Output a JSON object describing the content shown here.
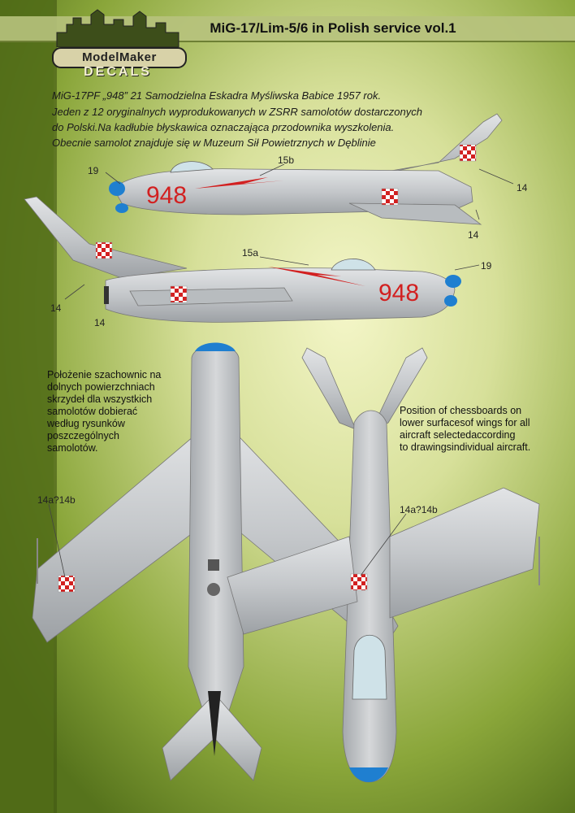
{
  "header": {
    "title": "MiG-17/Lim-5/6 in Polish service vol.1",
    "logo_top": "ModelMaker",
    "logo_bottom": "DECALS"
  },
  "description": [
    "MiG-17PF „948” 21 Samodzielna Eskadra Myśliwska  Babice 1957 rok.",
    "Jeden z 12 oryginalnych wyprodukowanych w ZSRR samolotów dostarczonych",
    "do Polski.Na kadłubie błyskawica oznaczająca przodownika wyszkolenia.",
    "Obecnie samolot znajduje się w Muzeum Sił Powietrznych w Dęblinie"
  ],
  "top_profile": {
    "serial": "948",
    "labels": {
      "nose": "19",
      "fuselage": "15b",
      "tail": "14",
      "tail_low": "14"
    }
  },
  "bottom_profile": {
    "serial": "948",
    "labels": {
      "nose": "19",
      "fuselage": "15a",
      "tail_a": "14",
      "tail_b": "14"
    }
  },
  "plan_views": {
    "left_label": "14a?14b",
    "right_label": "14a?14b"
  },
  "notes": {
    "polish": [
      "Położenie szachownic na",
      "dolnych powierzchniach",
      "skrzydeł dla wszystkich",
      "samolotów dobierać",
      "według rysunków",
      "poszczególnych",
      "samolotów."
    ],
    "english": [
      "Position of chessboards on",
      "lower surfacesof wings for all",
      "aircraft selectedaccording",
      "to drawingsindividual aircraft."
    ]
  },
  "colors": {
    "accent_red": "#d22020",
    "nose_blue": "#1f7fd0",
    "silver": "#c9ccce",
    "green_bg": "#6b8a22"
  }
}
